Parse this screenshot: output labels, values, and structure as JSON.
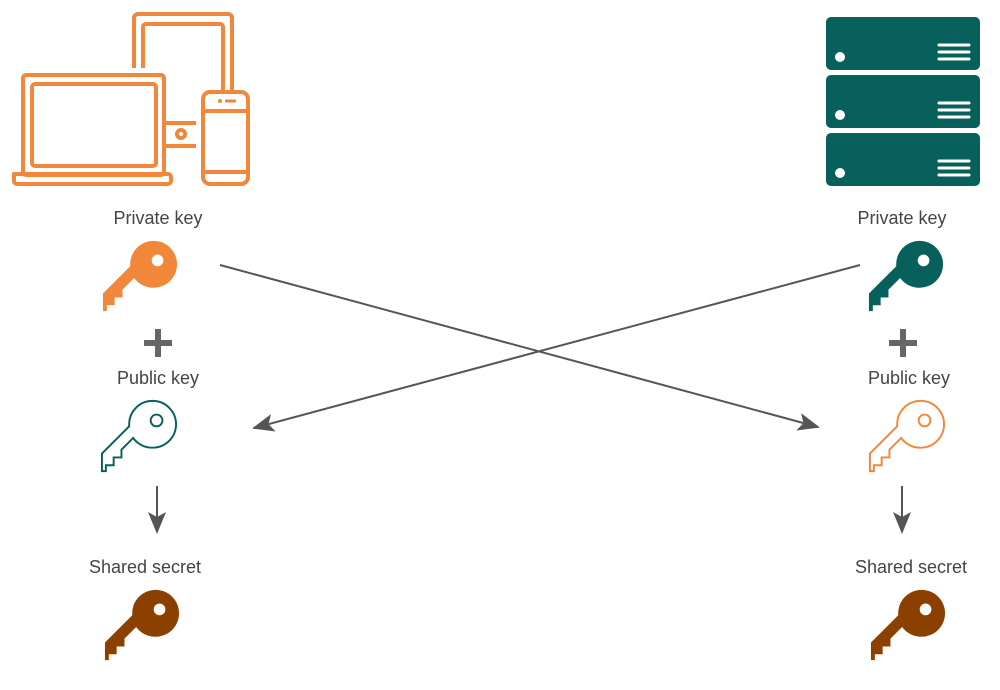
{
  "colors": {
    "client_orange": "#F0873A",
    "server_teal": "#07605B",
    "shared_brown": "#8C4000",
    "arrow_gray": "#555555",
    "text_gray": "#444444",
    "plus_gray": "#666666"
  },
  "client": {
    "device_icon": "laptop-tablet-phone-icon",
    "private_key_label": "Private key",
    "public_key_label": "Public key",
    "shared_secret_label": "Shared secret"
  },
  "server": {
    "device_icon": "server-rack-icon",
    "private_key_label": "Private key",
    "public_key_label": "Public key",
    "shared_secret_label": "Shared secret"
  },
  "operators": {
    "combine": "+"
  }
}
